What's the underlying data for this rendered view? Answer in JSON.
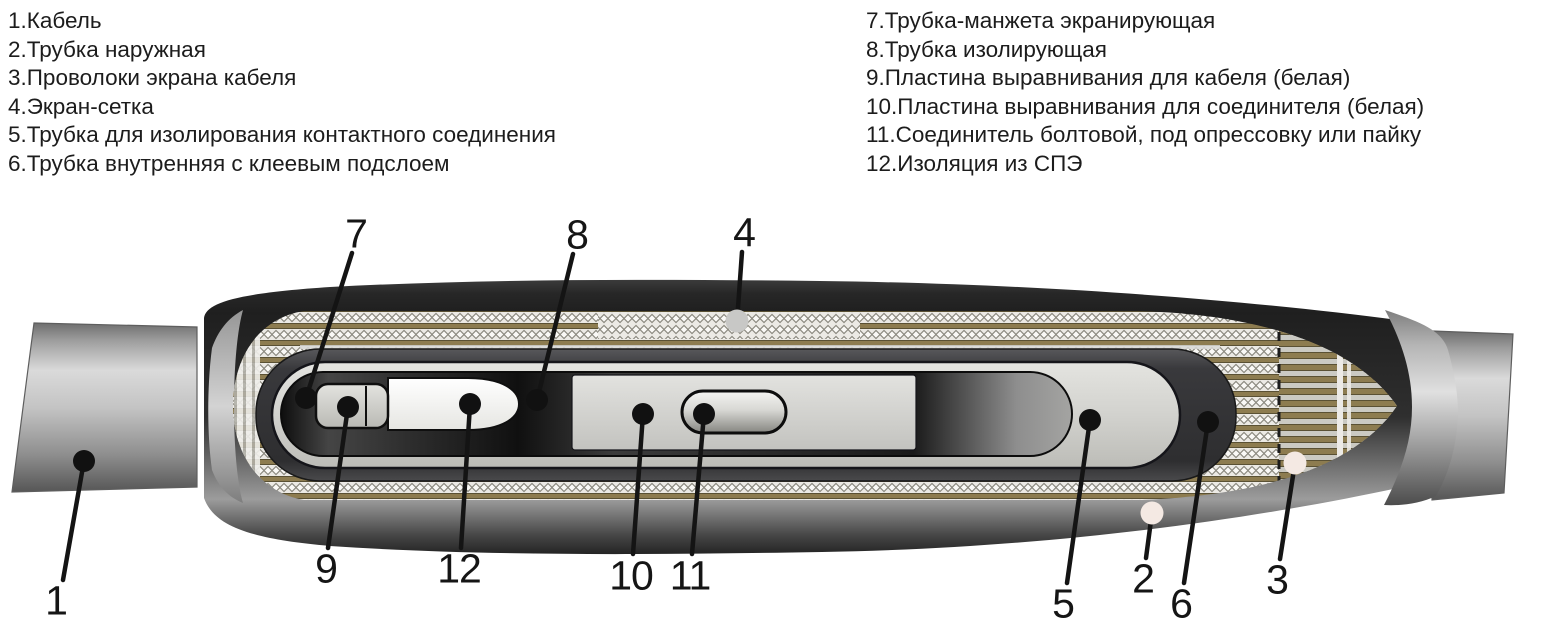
{
  "legend": {
    "left": [
      "1.Кабель",
      "2.Трубка наружная",
      "3.Проволоки экрана кабеля",
      "4.Экран-сетка",
      "5.Трубка для изолирования контактного соединения",
      "6.Трубка внутренняя с клеевым подслоем"
    ],
    "right": [
      "7.Трубка-манжета экранирующая",
      "8.Трубка изолирующая",
      "9.Пластина выравнивания для кабеля (белая)",
      "10.Пластина выравнивания для соединителя (белая)",
      "11.Соединитель болтовой, под опрессовку или пайку",
      "12.Изоляция из СПЭ"
    ]
  },
  "callouts": {
    "c1": "1",
    "c2": "2",
    "c3": "3",
    "c4": "4",
    "c5": "5",
    "c6": "6",
    "c7": "7",
    "c8": "8",
    "c9": "9",
    "c10": "10",
    "c11": "11",
    "c12": "12"
  },
  "colors": {
    "background": "#ffffff",
    "text": "#1c1c1c",
    "outer_tube_dark": "#262626",
    "body_bottom_light": "#9c9c9c",
    "cable_highlight": "#dadada",
    "cable_shadow": "#565656",
    "mesh_background": "#eceae5",
    "mesh_line": "#8b897f",
    "screen_wire_olive": "#8d7c50",
    "screen_wire_edge": "#5a5134",
    "inner_tube_dark": "#39393c",
    "insulating_capsule": "#d2d2ce",
    "shield_sleeve_dark": "#1a1a1a",
    "xlpe_white": "#fcfcfa",
    "plate_gray": "#d9d9d5",
    "connector_gray": "#d8d8d4",
    "leader_line": "#141414",
    "dot_dark": "#111111",
    "dot_light_pink": "#f4e9e3",
    "dot_light_gray": "#c8c8c6"
  }
}
